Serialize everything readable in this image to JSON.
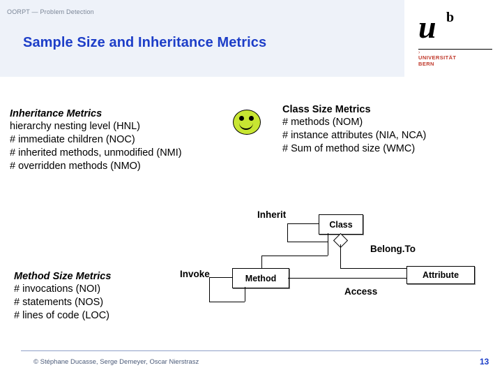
{
  "header": {
    "course_label": "OORPT — Problem Detection",
    "title": "Sample Size and Inheritance Metrics",
    "logo": {
      "u": "u",
      "b": "b",
      "tick": "›",
      "university": "UNIVERSITÄT",
      "city": "BERN"
    }
  },
  "blocks": {
    "inheritance": {
      "heading": "Inheritance Metrics",
      "lines": [
        "hierarchy nesting level (HNL)",
        "# immediate children (NOC)",
        "# inherited methods, unmodified (NMI)",
        "# overridden methods (NMO)"
      ]
    },
    "class_size": {
      "heading": "Class Size Metrics",
      "lines": [
        "# methods (NOM)",
        "# instance attributes (NIA, NCA)",
        "# Sum of method size (WMC)"
      ]
    },
    "method_size": {
      "heading": "Method Size Metrics",
      "lines": [
        "# invocations (NOI)",
        "# statements (NOS)",
        "# lines of code (LOC)"
      ]
    }
  },
  "smiley": {
    "name": "smiley-face"
  },
  "diagram": {
    "nodes": [
      {
        "id": "class",
        "label": "Class"
      },
      {
        "id": "method",
        "label": "Method"
      },
      {
        "id": "attribute",
        "label": "Attribute"
      }
    ],
    "relations": [
      {
        "id": "inherit",
        "label": "Inherit"
      },
      {
        "id": "belongto",
        "label": "Belong.To"
      },
      {
        "id": "invoke",
        "label": "Invoke"
      },
      {
        "id": "access",
        "label": "Access"
      }
    ]
  },
  "footer": {
    "copyright": "© Stéphane Ducasse, Serge Demeyer, Oscar Nierstrasz",
    "page": "13"
  }
}
